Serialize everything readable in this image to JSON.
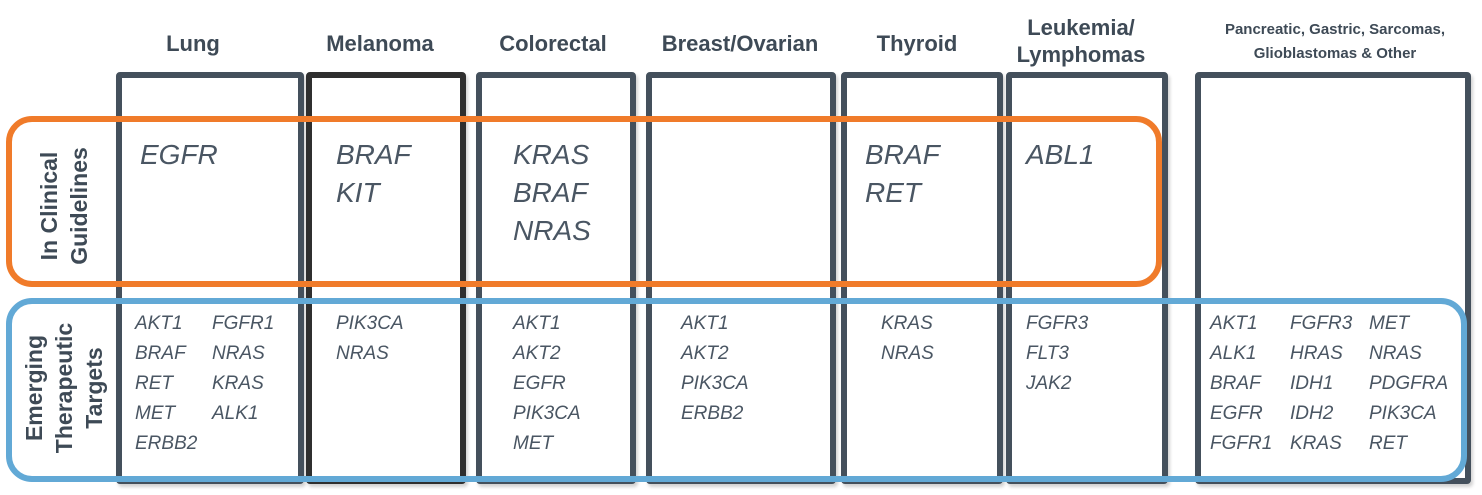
{
  "columns": [
    {
      "id": "lung",
      "header": "Lung"
    },
    {
      "id": "melanoma",
      "header": "Melanoma"
    },
    {
      "id": "colorectal",
      "header": "Colorectal"
    },
    {
      "id": "breast",
      "header": "Breast/Ovarian"
    },
    {
      "id": "thyroid",
      "header": "Thyroid"
    },
    {
      "id": "leukemia",
      "header_line1": "Leukemia/",
      "header_line2": "Lymphomas"
    },
    {
      "id": "other",
      "header_line1": "Pancreatic, Gastric, Sarcomas,",
      "header_line2": "Glioblastomas & Other"
    }
  ],
  "rows": {
    "clinical": {
      "label_line1": "In Clinical",
      "label_line2": "Guidelines"
    },
    "emerging": {
      "label_line1": "Emerging",
      "label_line2": "Therapeutic",
      "label_line3": "Targets"
    }
  },
  "clinical_genes": {
    "lung": [
      "EGFR"
    ],
    "melanoma": [
      "BRAF",
      "KIT"
    ],
    "colorectal": [
      "KRAS",
      "BRAF",
      "NRAS"
    ],
    "thyroid": [
      "BRAF",
      "RET"
    ],
    "leukemia": [
      "ABL1"
    ]
  },
  "emerging_genes": {
    "lung_a": [
      "AKT1",
      "BRAF",
      "RET",
      "MET",
      "ERBB2"
    ],
    "lung_b": [
      "FGFR1",
      "NRAS",
      "KRAS",
      "ALK1"
    ],
    "melanoma": [
      "PIK3CA",
      "NRAS"
    ],
    "colorectal": [
      "AKT1",
      "AKT2",
      "EGFR",
      "PIK3CA",
      "MET"
    ],
    "breast": [
      "AKT1",
      "AKT2",
      "PIK3CA",
      "ERBB2"
    ],
    "thyroid": [
      "KRAS",
      "NRAS"
    ],
    "leukemia": [
      "FGFR3",
      "FLT3",
      "JAK2"
    ],
    "other_a": [
      "AKT1",
      "ALK1",
      "BRAF",
      "EGFR",
      "FGFR1"
    ],
    "other_b": [
      "FGFR3",
      "HRAS",
      "IDH1",
      "IDH2",
      "KRAS"
    ],
    "other_c": [
      "MET",
      "NRAS",
      "PDGFRA",
      "PIK3CA",
      "RET"
    ]
  },
  "colors": {
    "orange": "#f07b2a",
    "blue": "#62a9d6",
    "frame": "#44505c",
    "text": "#3e4a56"
  }
}
